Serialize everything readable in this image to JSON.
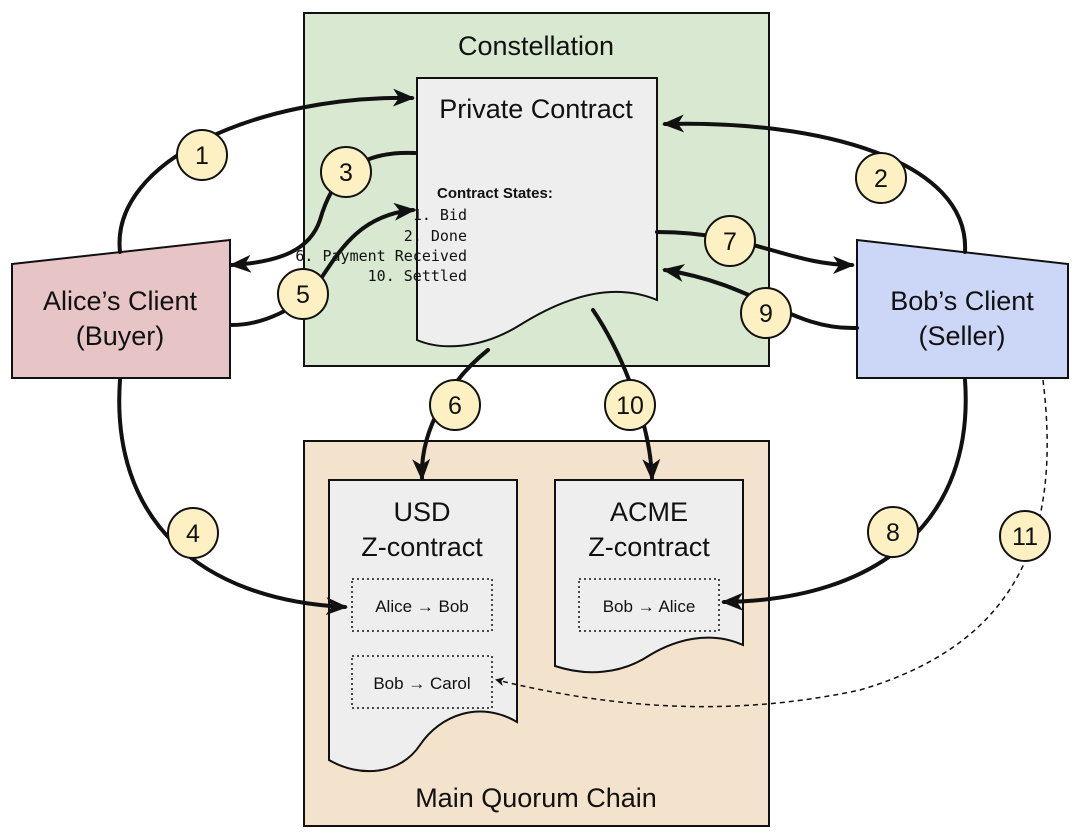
{
  "colors": {
    "constellation_fill": "#d9e8d0",
    "quorum_fill": "#f3e2cc",
    "alice_fill": "#e7c4c6",
    "bob_fill": "#ccd6f6",
    "document_fill": "#eeeeee",
    "step_fill": "#fdf0c2",
    "stroke": "#111111"
  },
  "constellation": {
    "title": "Constellation"
  },
  "quorum": {
    "title": "Main Quorum Chain"
  },
  "private_contract": {
    "title": "Private Contract",
    "states_heading": "Contract States:",
    "states": [
      "1. Bid",
      "2. Done",
      "6. Payment Received",
      "10. Settled"
    ]
  },
  "alice": {
    "line1": "Alice’s Client",
    "line2": "(Buyer)"
  },
  "bob": {
    "line1": "Bob’s Client",
    "line2": "(Seller)"
  },
  "usd": {
    "line1": "USD",
    "line2": "Z-contract",
    "entries": [
      "Alice → Bob",
      "Bob → Carol"
    ]
  },
  "acme": {
    "line1": "ACME",
    "line2": "Z-contract",
    "entries": [
      "Bob → Alice"
    ]
  },
  "steps": [
    "1",
    "2",
    "3",
    "4",
    "5",
    "6",
    "7",
    "8",
    "9",
    "10",
    "11"
  ]
}
